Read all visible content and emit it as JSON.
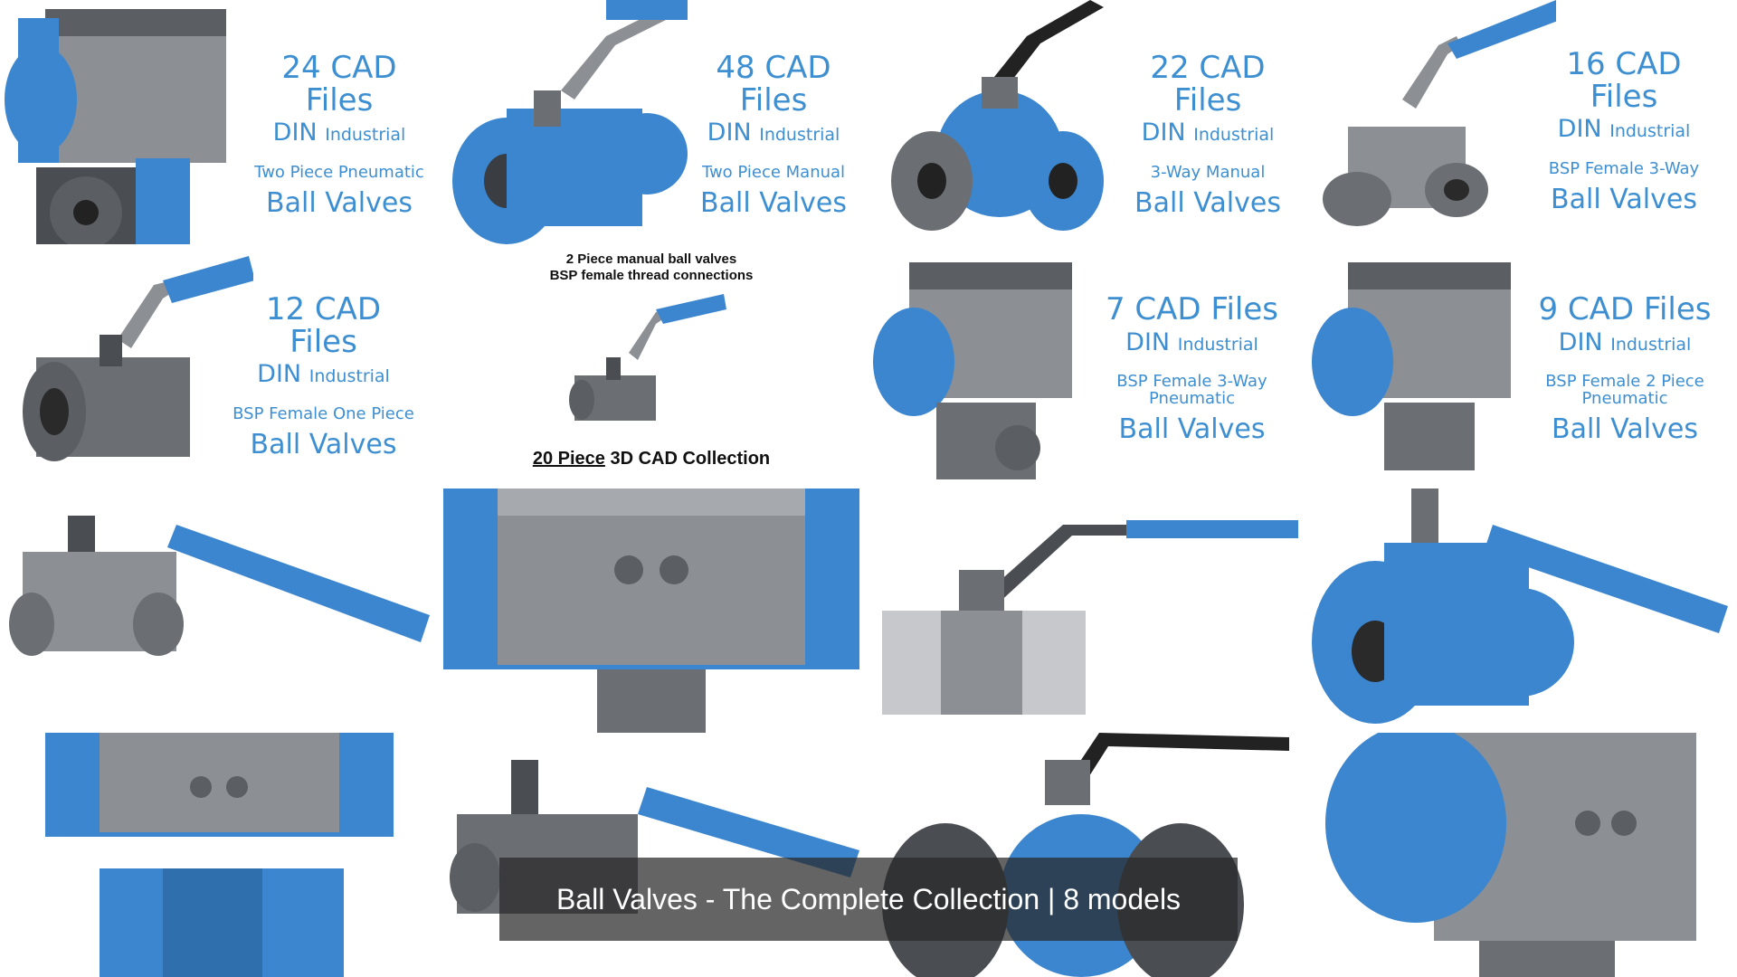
{
  "tiles": [
    {
      "count": "24 CAD Files",
      "std": "DIN",
      "std_sub": "Industrial",
      "desc": "Two Piece Pneumatic",
      "kind": "Ball Valves"
    },
    {
      "count": "48 CAD Files",
      "std": "DIN",
      "std_sub": "Industrial",
      "desc": "Two Piece Manual",
      "kind": "Ball Valves"
    },
    {
      "count": "22 CAD Files",
      "std": "DIN",
      "std_sub": "Industrial",
      "desc": "3-Way Manual",
      "kind": "Ball Valves"
    },
    {
      "count": "16 CAD Files",
      "std": "DIN",
      "std_sub": "Industrial",
      "desc": "BSP Female 3-Way",
      "kind": "Ball Valves"
    },
    {
      "count": "12 CAD Files",
      "std": "DIN",
      "std_sub": "Industrial",
      "desc": "BSP Female  One Piece",
      "kind": "Ball Valves"
    },
    {
      "count": "7 CAD Files",
      "std": "DIN",
      "std_sub": "Industrial",
      "desc": "BSP Female 3-Way Pneumatic",
      "kind": "Ball Valves"
    },
    {
      "count": "9 CAD Files",
      "std": "DIN",
      "std_sub": "Industrial",
      "desc": "BSP Female 2 Piece Pneumatic",
      "kind": "Ball Valves"
    }
  ],
  "center": {
    "line1": "2 Piece manual ball valves",
    "line2": "BSP female thread connections",
    "collection_strong": "20 Piece",
    "collection_rest": " 3D CAD Collection"
  },
  "overlay_title": "Ball Valves - The Complete Collection | 8 models",
  "colors": {
    "accent_blue": "#3d8fd1",
    "valve_blue": "#3b86cf",
    "steel": "#8c8f94",
    "dark_steel": "#4a4d52"
  }
}
